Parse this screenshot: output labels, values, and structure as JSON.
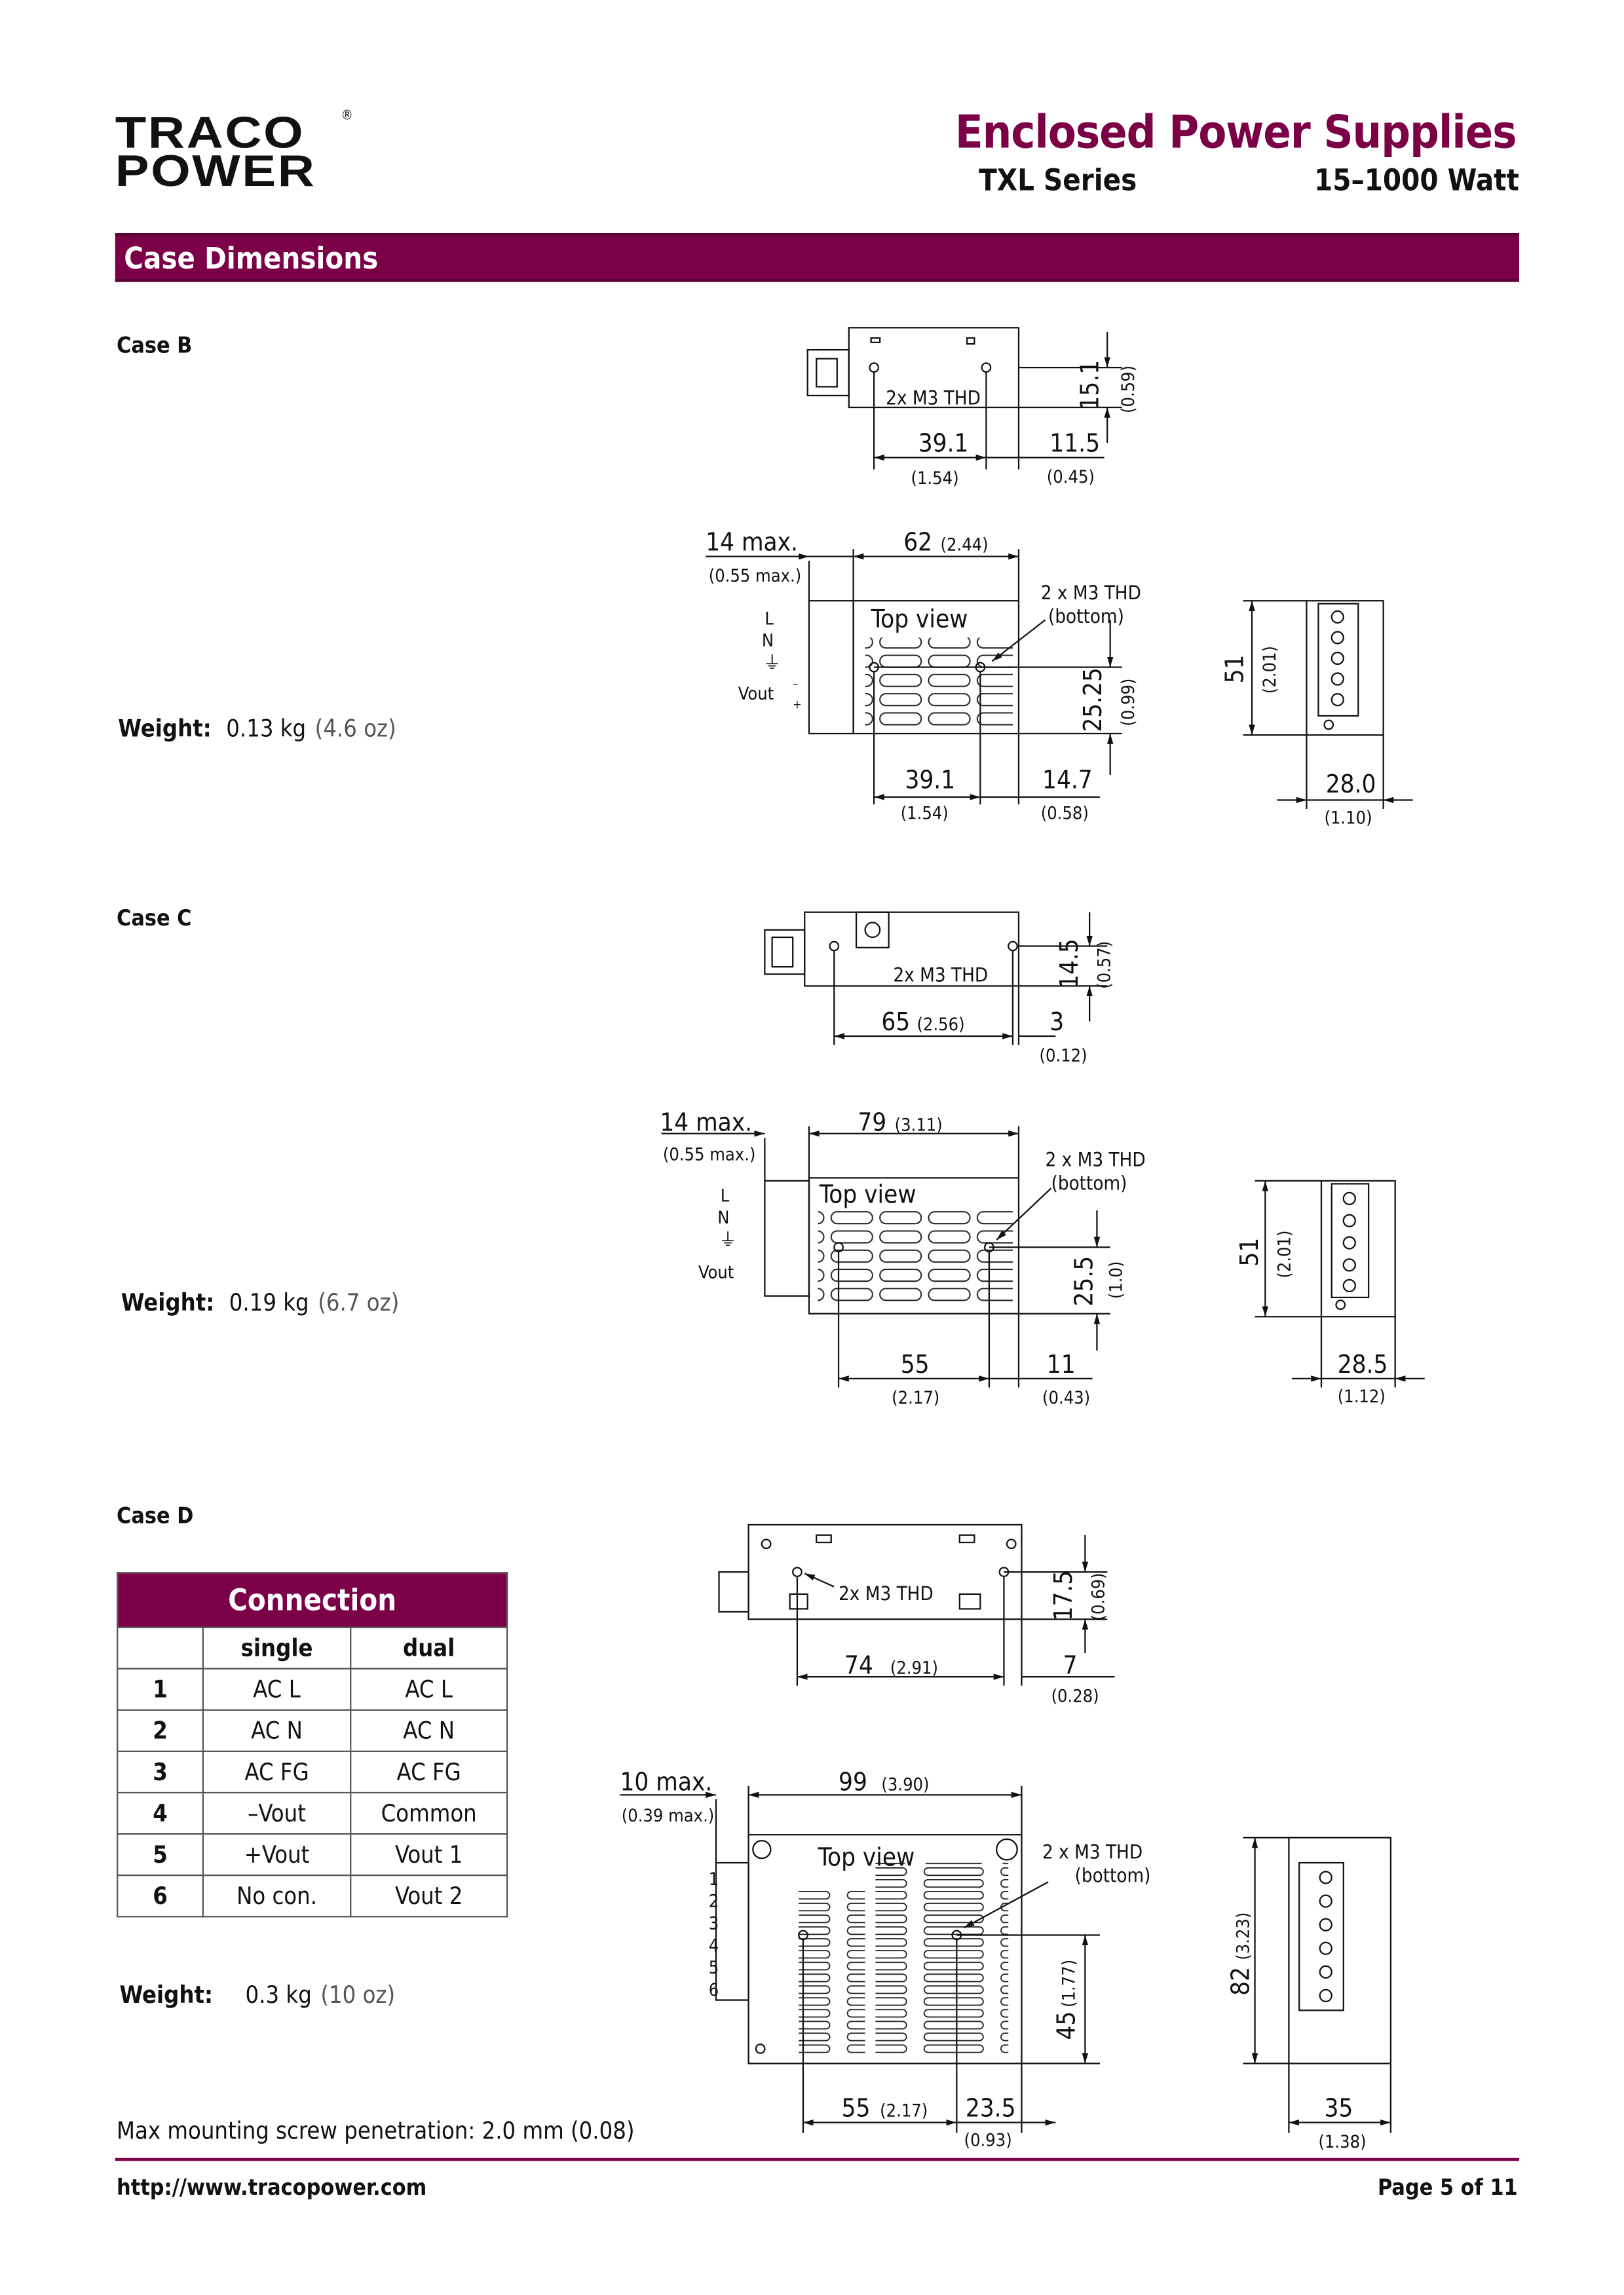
{
  "header": {
    "logo_line1": "TRACO",
    "logo_line2": "POWER",
    "logo_mark": "®",
    "title": "Enclosed Power Supplies",
    "series": "TXL Series",
    "power": "15–1000 Watt"
  },
  "section_title": "Case Dimensions",
  "weight_label": "Weight:",
  "cases": {
    "b": {
      "label": "Case B",
      "weight": "0.13 kg",
      "weight_alt": "(4.6 oz)",
      "side": {
        "thd": "2x M3 THD",
        "h": "15.1",
        "h_in": "(0.59)",
        "a": "39.1",
        "a_in": "(1.54)",
        "b": "11.5",
        "b_in": "(0.45)"
      },
      "top": {
        "max": "14 max.",
        "max_in": "(0.55 max.)",
        "len": "62",
        "len_in": "(2.44)",
        "view": "Top view",
        "thd": "2 x M3 THD",
        "thd2": "(bottom)",
        "L": "L",
        "N": "N",
        "vout": "Vout",
        "minus": "–",
        "plus": "+",
        "h": "25.25",
        "h_in": "(0.99)",
        "a": "39.1",
        "a_in": "(1.54)",
        "b": "14.7",
        "b_in": "(0.58)"
      },
      "end": {
        "h": "51",
        "h_in": "(2.01)",
        "w": "28.0",
        "w_in": "(1.10)"
      }
    },
    "c": {
      "label": "Case C",
      "weight": "0.19 kg",
      "weight_alt": "(6.7 oz)",
      "side": {
        "thd": "2x M3 THD",
        "h": "14.5",
        "h_in": "(0.57)",
        "a": "65",
        "a_in": "(2.56)",
        "b": "3",
        "b_in": "(0.12)"
      },
      "top": {
        "max": "14 max.",
        "max_in": "(0.55 max.)",
        "len": "79",
        "len_in": "(3.11)",
        "view": "Top view",
        "thd": "2 x M3 THD",
        "thd2": "(bottom)",
        "L": "L",
        "N": "N",
        "vout": "Vout",
        "h": "25.5",
        "h_in": "(1.0)",
        "a": "55",
        "a_in": "(2.17)",
        "b": "11",
        "b_in": "(0.43)"
      },
      "end": {
        "h": "51",
        "h_in": "(2.01)",
        "w": "28.5",
        "w_in": "(1.12)"
      }
    },
    "d": {
      "label": "Case D",
      "weight": "0.3 kg",
      "weight_alt": "(10 oz)",
      "side": {
        "thd": "2x M3 THD",
        "h": "17.5",
        "h_in": "(0.69)",
        "a": "74",
        "a_in": "(2.91)",
        "b": "7",
        "b_in": "(0.28)"
      },
      "top": {
        "max": "10 max.",
        "max_in": "(0.39 max.)",
        "len": "99",
        "len_in": "(3.90)",
        "view": "Top view",
        "thd": "2 x M3 THD",
        "thd2": "(bottom)",
        "pins": [
          "1",
          "2",
          "3",
          "4",
          "5",
          "6"
        ],
        "h": "45",
        "h_in": "(1.77)",
        "a": "55",
        "a_in": "(2.17)",
        "b": "23.5",
        "b_in": "(0.93)"
      },
      "end": {
        "h": "82",
        "h_in": "(3.23)",
        "w": "35",
        "w_in": "(1.38)"
      }
    }
  },
  "connection": {
    "title": "Connection",
    "headers": [
      "",
      "single",
      "dual"
    ],
    "rows": [
      [
        "1",
        "AC L",
        "AC L"
      ],
      [
        "2",
        "AC N",
        "AC N"
      ],
      [
        "3",
        "AC FG",
        "AC FG"
      ],
      [
        "4",
        "–Vout",
        "Common"
      ],
      [
        "5",
        "+Vout",
        "Vout 1"
      ],
      [
        "6",
        "No con.",
        "Vout 2"
      ]
    ]
  },
  "note": "Max mounting screw penetration: 2.0 mm (0.08)",
  "footer": {
    "url": "http://www.tracopower.com",
    "page": "Page 5 of 11"
  },
  "colors": {
    "brand": "#7b0048"
  }
}
